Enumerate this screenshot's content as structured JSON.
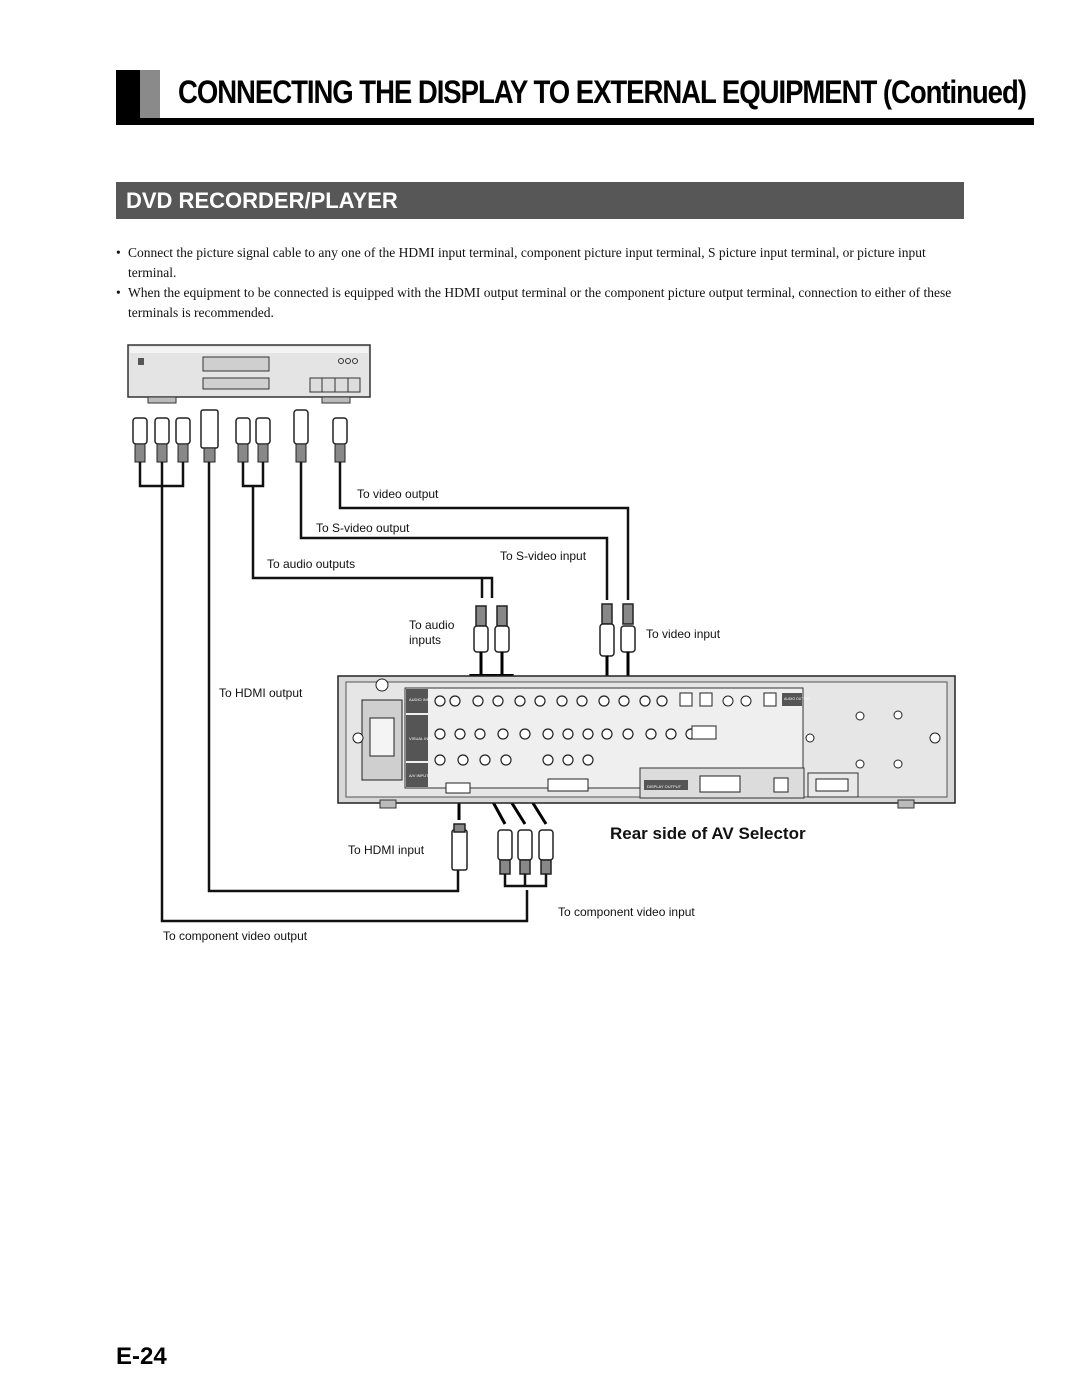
{
  "header": {
    "title": "CONNECTING THE DISPLAY TO EXTERNAL EQUIPMENT (Continued)"
  },
  "section": {
    "title": "DVD RECORDER/PLAYER"
  },
  "bullets": [
    "Connect the picture signal cable to any one of the HDMI input terminal, component picture input terminal, S picture input terminal, or picture input terminal.",
    "When the equipment to be connected is equipped with the HDMI output terminal or the component picture output terminal, connection to either of these terminals is recommended."
  ],
  "diagram": {
    "labels": {
      "to_video_output": "To video output",
      "to_s_video_output": "To S-video output",
      "to_audio_outputs": "To audio outputs",
      "to_s_video_input": "To S-video input",
      "to_audio_inputs_line1": "To audio",
      "to_audio_inputs_line2": "inputs",
      "to_video_input": "To video input",
      "to_hdmi_output": "To HDMI output",
      "rear_side": "Rear side of AV Selector",
      "to_hdmi_input": "To HDMI input",
      "to_component_video_input": "To component video input",
      "to_component_video_output": "To component video output"
    },
    "panel_labels": {
      "audio_input": "AUDIO INPUT",
      "visual_input": "VISUAL INPUT",
      "av_input": "A/V INPUT",
      "display_output": "DISPLAY OUTPUT",
      "audio_output": "AUDIO OUTPUT"
    }
  },
  "footer": {
    "page_number": "E-24"
  }
}
